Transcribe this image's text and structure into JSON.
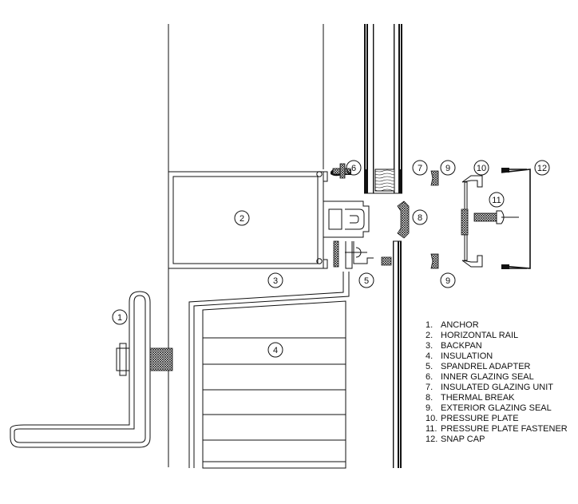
{
  "callouts": [
    {
      "number": "1",
      "label": "ANCHOR"
    },
    {
      "number": "2",
      "label": "HORIZONTAL RAIL"
    },
    {
      "number": "3",
      "label": "BACKPAN"
    },
    {
      "number": "4",
      "label": "INSULATION"
    },
    {
      "number": "5",
      "label": "SPANDREL ADAPTER"
    },
    {
      "number": "6",
      "label": "INNER GLAZING SEAL"
    },
    {
      "number": "7",
      "label": "INSULATED GLAZING UNIT"
    },
    {
      "number": "8",
      "label": "THERMAL BREAK"
    },
    {
      "number": "9",
      "label": "EXTERIOR GLAZING SEAL"
    },
    {
      "number": "10",
      "label": "PRESSURE PLATE"
    },
    {
      "number": "11",
      "label": "PRESSURE PLATE FASTENER"
    },
    {
      "number": "12",
      "label": "SNAP CAP"
    }
  ],
  "legend": [
    {
      "num": "1.",
      "label": "ANCHOR"
    },
    {
      "num": "2.",
      "label": "HORIZONTAL RAIL"
    },
    {
      "num": "3.",
      "label": "BACKPAN"
    },
    {
      "num": "4.",
      "label": "INSULATION"
    },
    {
      "num": "5.",
      "label": "SPANDREL ADAPTER"
    },
    {
      "num": "6.",
      "label": "INNER GLAZING SEAL"
    },
    {
      "num": "7.",
      "label": "INSULATED GLAZING UNIT"
    },
    {
      "num": "8.",
      "label": "THERMAL BREAK"
    },
    {
      "num": "9.",
      "label": "EXTERIOR GLAZING SEAL"
    },
    {
      "num": "10.",
      "label": "PRESSURE PLATE"
    },
    {
      "num": "11.",
      "label": "PRESSURE PLATE FASTENER"
    },
    {
      "num": "12.",
      "label": "SNAP CAP"
    }
  ],
  "colors": {
    "line": "#111111",
    "background": "#ffffff"
  }
}
